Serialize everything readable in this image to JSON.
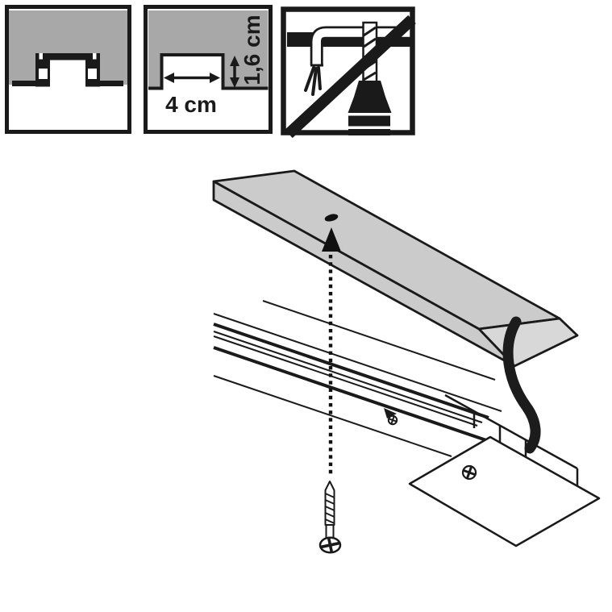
{
  "document": {
    "type": "installation-instruction-diagram",
    "description": "Recessed curtain track mounting illustration with three pictogram boxes and an exploded isometric view"
  },
  "labels": {
    "groove_width": "4 cm",
    "groove_depth": "1,6 cm"
  },
  "pictograms": {
    "profile_box": "track profile recessed in ceiling groove - cross section",
    "groove_box": "required groove size 4 cm wide, 1,6 cm deep",
    "warning_box": "do not drill where hidden electrical cables run"
  },
  "main_illustration": {
    "parts": [
      "cover-panel",
      "mounting-hole",
      "dotted-alignment-line",
      "track-rail",
      "channel-screw",
      "end-cover-plate",
      "cover-plate-screw",
      "power-cable",
      "mounting-screw"
    ]
  },
  "colors": {
    "icon_gray": "#a8a8a8",
    "panel_gray": "#cbcbcb",
    "panel_end_gray": "#d8d8d8",
    "line_black": "#1a1a1a",
    "background": "#ffffff"
  }
}
